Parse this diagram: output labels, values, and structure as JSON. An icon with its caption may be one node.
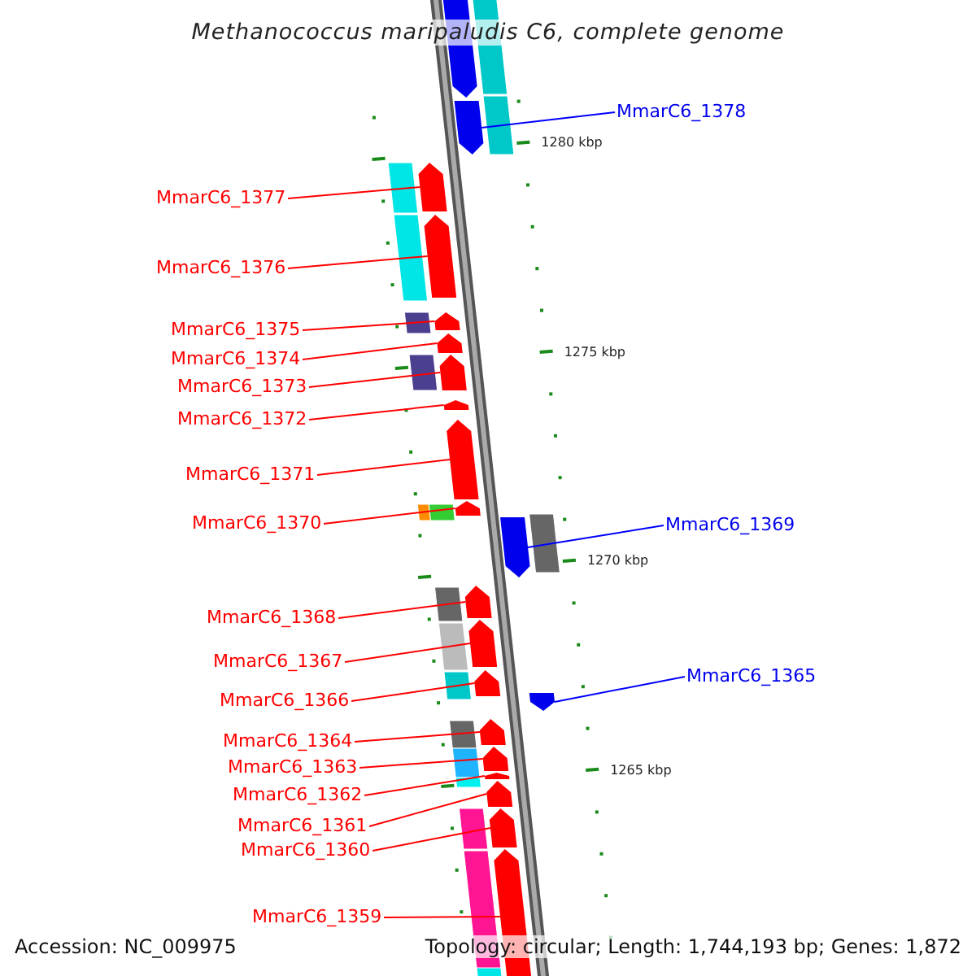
{
  "diagram": {
    "title": "Methanococcus maripaludis C6, complete genome",
    "nodes": [
      {
        "text": [
          "MmarC6_1378"
        ]
      },
      {
        "text": [],
        "shape": "arrow"
      },
      {
        "text": [
          "MmarC6_1377"
        ]
      },
      {
        "text": [],
        "shape": "arrow"
      },
      {
        "text": [
          "MmarC6_1376"
        ]
      },
      {
        "text": [],
        "shape": "arrow"
      },
      {
        "text": [
          "MmarC6_1375"
        ]
      },
      {
        "text": [],
        "shape": "arrow"
      },
      {
        "text": [
          "MmarC6_1374"
        ]
      },
      {
        "text": [],
        "shape": "arrow"
      },
      {
        "text": [
          "MmarC6_1373"
        ]
      },
      {
        "text": [],
        "shape": "arrow"
      },
      {
        "text": [
          "MmarC6_1372"
        ]
      },
      {
        "text": [],
        "shape": "arrow"
      },
      {
        "text": [
          "MmarC6_1371"
        ]
      },
      {
        "text": [],
        "shape": "arrow"
      },
      {
        "text": [
          "MmarC6_1370"
        ]
      },
      {
        "text": [],
        "shape": "arrow"
      },
      {
        "text": [
          "MmarC6_1369"
        ]
      },
      {
        "text": [],
        "shape": "arrow"
      },
      {
        "text": [
          "MmarC6_1368"
        ]
      },
      {
        "text": [],
        "shape": "arrow"
      },
      {
        "text": [
          "MmarC6_1367"
        ]
      },
      {
        "text": [],
        "shape": "arrow"
      },
      {
        "text": [
          "MmarC6_1366"
        ]
      },
      {
        "text": [],
        "shape": "arrow"
      },
      {
        "text": [
          "MmarC6_1365"
        ]
      },
      {
        "text": [],
        "shape": "arrow"
      },
      {
        "text": [
          "MmarC6_1364"
        ]
      },
      {
        "text": [],
        "shape": "arrow"
      },
      {
        "text": [
          "MmarC6_1363"
        ]
      },
      {
        "text": [],
        "shape": "arrow"
      },
      {
        "text": [
          "MmarC6_1362"
        ]
      },
      {
        "text": [],
        "shape": "arrow"
      },
      {
        "text": [
          "MmarC6_1361"
        ]
      },
      {
        "text": [],
        "shape": "arrow"
      },
      {
        "text": [
          "MmarC6_1360"
        ]
      },
      {
        "text": [],
        "shape": "arrow"
      },
      {
        "text": [
          "MmarC6_1359"
        ]
      },
      {
        "text": [],
        "shape": "arrow"
      }
    ],
    "edges": [
      {
        "from": 0,
        "to": 1,
        "arrow": "none",
        "color": "#0000ff"
      },
      {
        "from": 2,
        "to": 3,
        "arrow": "none"
      },
      {
        "from": 4,
        "to": 5,
        "arrow": "none"
      },
      {
        "from": 6,
        "to": 7,
        "arrow": "none"
      },
      {
        "from": 8,
        "to": 9,
        "arrow": "none"
      },
      {
        "from": 10,
        "to": 11,
        "arrow": "none"
      },
      {
        "from": 12,
        "to": 13,
        "arrow": "none"
      },
      {
        "from": 14,
        "to": 15,
        "arrow": "none"
      },
      {
        "from": 16,
        "to": 17,
        "arrow": "none"
      },
      {
        "from": 18,
        "to": 19,
        "arrow": "none",
        "color": "#0000ff"
      },
      {
        "from": 20,
        "to": 21,
        "arrow": "none"
      },
      {
        "from": 22,
        "to": 23,
        "arrow": "none"
      },
      {
        "from": 24,
        "to": 25,
        "arrow": "none"
      },
      {
        "from": 26,
        "to": 27,
        "arrow": "none",
        "color": "#0000ff"
      },
      {
        "from": 28,
        "to": 29,
        "arrow": "none"
      },
      {
        "from": 30,
        "to": 31,
        "arrow": "none"
      },
      {
        "from": 32,
        "to": 33,
        "arrow": "none"
      },
      {
        "from": 34,
        "to": 35,
        "arrow": "none"
      },
      {
        "from": 36,
        "to": 37,
        "arrow": "none"
      },
      {
        "from": 38,
        "to": 39,
        "arrow": "none"
      }
    ],
    "labels": [
      "1280 kbp",
      "1275 kbp",
      "1270 kbp",
      "1265 kbp",
      "Accession: NC_009975",
      "Topology: circular; Length: 1,744,193 bp; Genes: 1,872"
    ]
  }
}
